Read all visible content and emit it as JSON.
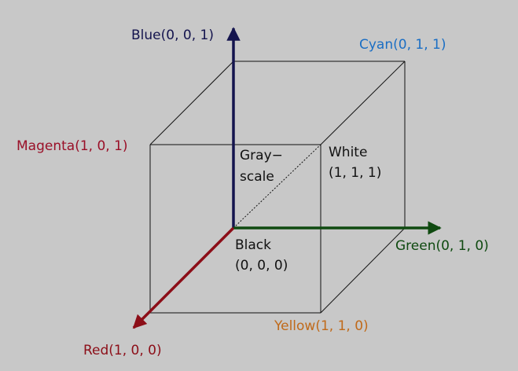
{
  "colors": {
    "background": "#c8c8c8",
    "cube_edge": "#111111",
    "blue": "#14144e",
    "green": "#0f4a10",
    "red": "#8c0e18",
    "cyan": "#1a6ec4",
    "magenta": "#9a1028",
    "yellow": "#c06a1a",
    "text": "#111111"
  },
  "labels": {
    "blue": "Blue(0, 0, 1)",
    "cyan": "Cyan(0, 1, 1)",
    "magenta": "Magenta(1, 0, 1)",
    "white_name": "White",
    "white_coords": "(1, 1, 1)",
    "gray_line1": "Gray−",
    "gray_line2": "scale",
    "black_name": "Black",
    "black_coords": "(0, 0, 0)",
    "green": "Green(0, 1, 0)",
    "yellow": "Yellow(1, 1, 0)",
    "red": "Red(1, 0, 0)"
  }
}
